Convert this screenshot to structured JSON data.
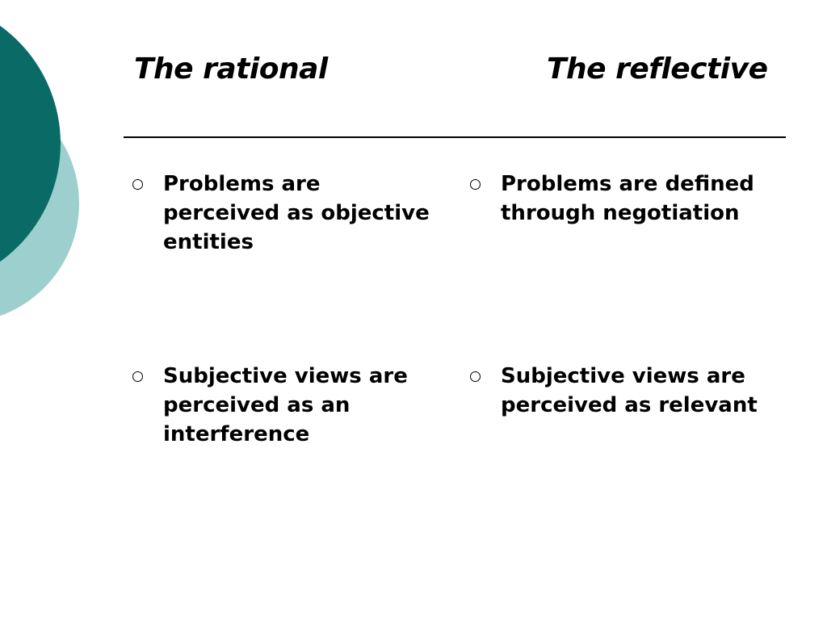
{
  "slide": {
    "left_heading": "The rational",
    "right_heading": "The reflective",
    "left_column": [
      {
        "text": "Problems are perceived as objective entities"
      },
      {
        "text": "Subjective views are perceived as an interference"
      }
    ],
    "right_column": [
      {
        "text": "Problems are defined through negotiation"
      },
      {
        "text": "Subjective views are perceived as relevant"
      }
    ]
  },
  "theme": {
    "dark_teal": "#0a6b66",
    "light_teal": "#9ccfce",
    "text": "#000000",
    "background": "#ffffff"
  },
  "icons": {
    "bullet": "hollow-circle-icon",
    "decoration": "overlapping-circles-decoration"
  }
}
